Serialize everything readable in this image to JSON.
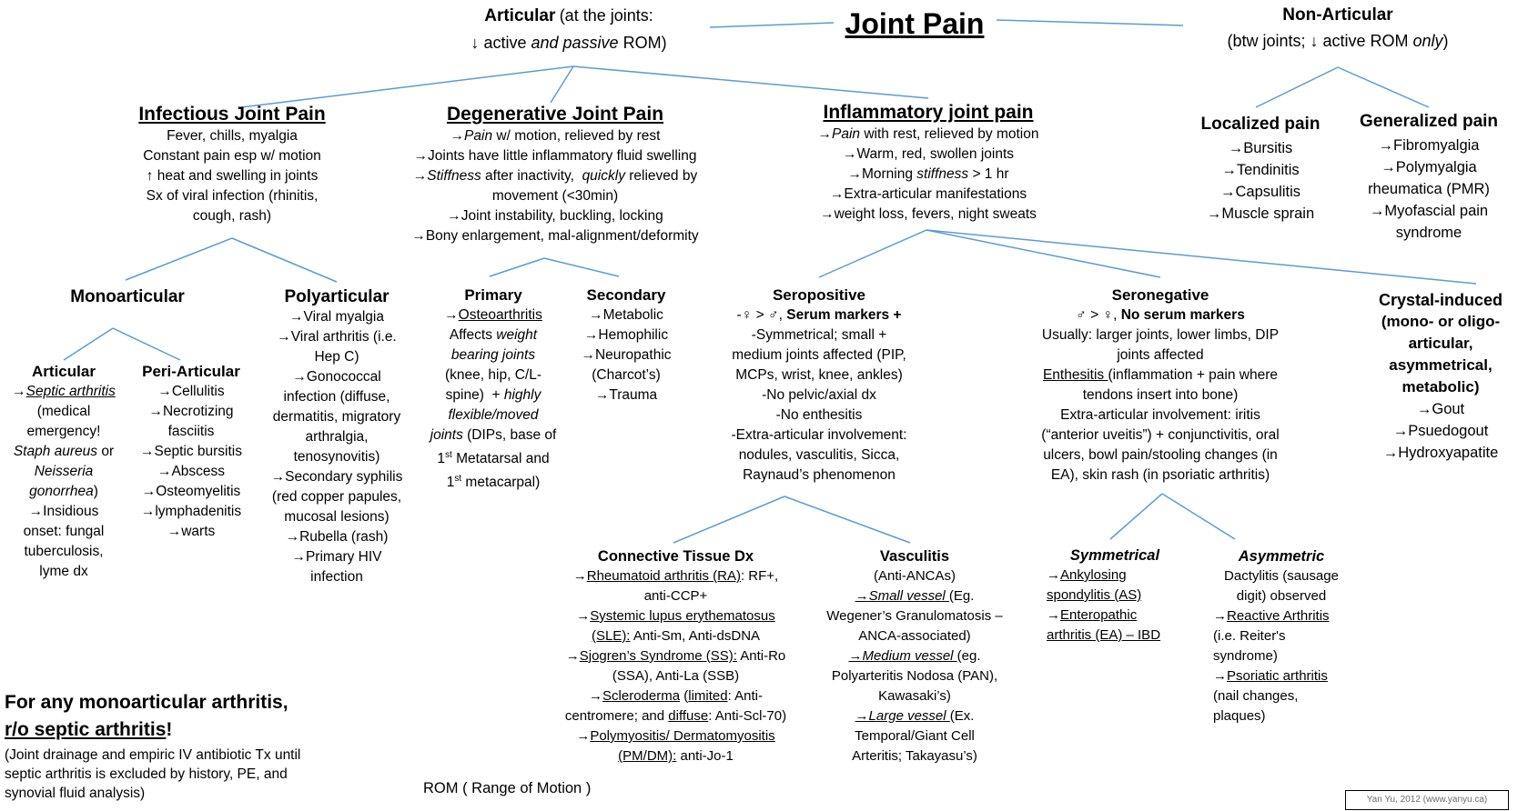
{
  "title": "Joint Pain",
  "colors": {
    "connector": "#5b9bd5",
    "text": "#000000"
  },
  "articular": {
    "heading": "Articular",
    "note": "(at the joints:",
    "line2_arrow": "↓",
    "line2_a": "active",
    "line2_b": "and passive",
    "line2_c": "ROM)"
  },
  "non_articular": {
    "heading": "Non-Articular",
    "line2_a": "(btw joints; ↓ active ROM",
    "line2_b": "only",
    "line2_c": ")",
    "localized": {
      "heading": "Localized pain",
      "items": [
        "→Bursitis",
        "→Tendinitis",
        "→Capsulitis",
        "→Muscle sprain"
      ]
    },
    "generalized": {
      "heading": "Generalized pain",
      "items": [
        "→Fibromyalgia",
        "→Polymyalgia",
        "rheumatica (PMR)",
        "→Myofascial pain",
        "syndrome"
      ]
    }
  },
  "infectious": {
    "heading": "Infectious Joint Pain",
    "lines": [
      "Fever, chills, myalgia",
      "Constant pain esp w/ motion",
      "↑ heat and swelling in joints",
      "Sx of viral infection (rhinitis,",
      "cough, rash)"
    ],
    "mono": {
      "heading": "Monoarticular",
      "articular": {
        "heading": "Articular",
        "arrow1": "→",
        "septic": "Septic arthritis",
        "l2": "(medical",
        "l3": "emergency!",
        "staph": "Staph aureus",
        "or": " or",
        "neisseria": "Neisseria",
        "gonorrhea": "gonorrhea",
        "close": ")",
        "l7": "→Insidious",
        "l8": "onset: fungal",
        "l9": "tuberculosis,",
        "l10": "lyme dx"
      },
      "peri": {
        "heading": "Peri-Articular",
        "items": [
          "→Cellulitis",
          "→Necrotizing",
          "fasciitis",
          "→Septic bursitis",
          "→Abscess",
          "→Osteomyelitis",
          "→lymphadenitis",
          "→warts"
        ]
      }
    },
    "poly": {
      "heading": "Polyarticular",
      "items": [
        "→Viral myalgia",
        "→Viral arthritis (i.e.",
        "Hep C)",
        "→Gonococcal",
        "infection (diffuse,",
        "dermatitis, migratory",
        "arthralgia,",
        "tenosynovitis)",
        "→Secondary syphilis",
        "(red copper papules,",
        "mucosal lesions)",
        "→Rubella (rash)",
        "→Primary HIV",
        "infection"
      ]
    }
  },
  "degenerative": {
    "heading": "Degenerative Joint Pain",
    "l1_arrow": "→",
    "l1_it": "Pain",
    "l1_rest": " w/ motion, relieved by rest",
    "l2": "→Joints have little inflammatory fluid swelling",
    "l3_arrow": "→",
    "l3_it": "Stiffness",
    "l3_mid": " after inactivity,  ",
    "l3_it2": "quickly",
    "l3_rest": " relieved by",
    "l4": "movement (<30min)",
    "l5": "→Joint instability, buckling, locking",
    "l6": "→Bony enlargement, mal-alignment/deformity",
    "primary": {
      "heading": "Primary",
      "oa_arrow": "→",
      "oa": "Osteoarthritis",
      "l2a": "Affects ",
      "l2b": "weight",
      "l3": "bearing joints",
      "l4": "(knee, hip, C/L-",
      "l5a": "spine)  + ",
      "l5b": "highly",
      "l6": "flexible/moved",
      "l7a": "joints",
      "l7b": " (DIPs, base of",
      "l8a": "1",
      "l8s": "st",
      "l8b": " Metatarsal and",
      "l9a": "1",
      "l9s": "st",
      "l9b": " metacarpal)"
    },
    "secondary": {
      "heading": "Secondary",
      "items": [
        "→Metabolic",
        "→Hemophilic",
        "→Neuropathic",
        "(Charcot’s)",
        "→Trauma"
      ]
    }
  },
  "inflammatory": {
    "heading": "Inflammatory joint pain",
    "l1_arrow": "→",
    "l1_it": "Pain",
    "l1_rest": " with rest, relieved by motion",
    "l2": "→Warm, red, swollen joints",
    "l3_a": "→Morning ",
    "l3_it": "stiffness",
    "l3_b": " > 1 hr",
    "l4": "→Extra-articular manifestations",
    "l5": "→weight loss, fevers, night sweats",
    "seropositive": {
      "heading": "Seropositive",
      "l1_a": "-♀ > ♂, ",
      "l1_b": "Serum markers +",
      "lines": [
        "-Symmetrical; small +",
        "medium joints affected (PIP,",
        "MCPs, wrist, knee, ankles)",
        "-No pelvic/axial dx",
        "-No enthesitis",
        "-Extra-articular involvement:",
        "nodules, vasculitis, Sicca,",
        "Raynaud’s phenomenon"
      ]
    },
    "seronegative": {
      "heading": "Seronegative",
      "l1_a": "♂ > ♀, ",
      "l1_b": "No serum markers",
      "l2": "Usually: larger joints, lower limbs, DIP",
      "l3": "joints affected",
      "l4_u": "Enthesitis ",
      "l4_rest": "(inflammation + pain where",
      "l5": "tendons insert into bone)",
      "l6": "Extra-articular involvement: iritis",
      "l7": "(“anterior uveitis”) + conjunctivitis, oral",
      "l8": "ulcers, bowl pain/stooling changes (in",
      "l9": "EA), skin rash (in psoriatic arthritis)"
    },
    "crystal": {
      "heading_lines": [
        "Crystal-induced",
        "(mono- or oligo-",
        "articular,",
        "asymmetrical,",
        "metabolic)"
      ],
      "items": [
        "→Gout",
        "→Psuedogout",
        "→Hydroxyapatite"
      ]
    }
  },
  "connective": {
    "heading": "Connective Tissue Dx",
    "ra_u": "Rheumatoid arthritis (RA)",
    "ra_rest": ": RF+,",
    "ra_2": "anti-CCP+",
    "sle_u1": "Systemic lupus erythematosus",
    "sle_u2": "(SLE):",
    "sle_rest": " Anti-Sm, Anti-dsDNA",
    "ss_u": "Sjogren’s Syndrome (SS):",
    "ss_rest": " Anti-Ro",
    "ss_2": "(SSA), Anti-La (SSB)",
    "scl_u": "Scleroderma",
    "scl_mid": " (",
    "scl_u2": "limited",
    "scl_rest": ": Anti-",
    "scl_2a": "centromere; and ",
    "scl_2u": "diffuse",
    "scl_2b": ": Anti-Scl-70)",
    "pm_u": "Polymyositis/ Dermatomyositis",
    "pm_u2": "(PM/DM):",
    "pm_rest": " anti-Jo-1",
    "arrow": "→"
  },
  "vasculitis": {
    "heading": "Vasculitis",
    "l1": "(Anti-ANCAs)",
    "sv": "Small vessel ",
    "sv_rest": "(Eg.",
    "l3": "Wegener’s Granulomatosis –",
    "l4": "ANCA-associated)",
    "mv": "Medium vessel ",
    "mv_rest": "(eg.",
    "l6": "Polyarteritis Nodosa (PAN),",
    "l7": "Kawasaki’s)",
    "lv": "Large vessel ",
    "lv_rest": "(Ex.",
    "l9": "Temporal/Giant Cell",
    "l10": "Arteritis; Takayasu’s)",
    "arrow": "→"
  },
  "symmetrical": {
    "heading": "Symmetrical",
    "as_u1": "Ankylosing",
    "as_u2": "spondylitis (AS)",
    "ea_u1": "Enteropathic",
    "ea_u2": "arthritis (EA) – IBD",
    "arrow": "→"
  },
  "asymmetric": {
    "heading": "Asymmetric",
    "l1": "Dactylitis (sausage",
    "l2": "digit) observed",
    "ra_u": "Reactive Arthritis",
    "l4": "(i.e. Reiter's",
    "l5": "syndrome)",
    "pa_u": "Psoriatic arthritis",
    "l7": "(nail changes,",
    "l8": "plaques)",
    "arrow": "→"
  },
  "footer": {
    "warn_l1": "For any monoarticular arthritis,",
    "warn_l2": "r/o septic arthritis",
    "warn_l2b": "!",
    "note_l1": "(Joint drainage and empiric IV antibiotic Tx until",
    "note_l2": "septic arthritis is excluded by history, PE, and",
    "note_l3": "synovial fluid analysis)",
    "rom": "ROM ( Range of Motion )",
    "credit": "Yan Yu, 2012 (www.yanyu.ca)"
  }
}
